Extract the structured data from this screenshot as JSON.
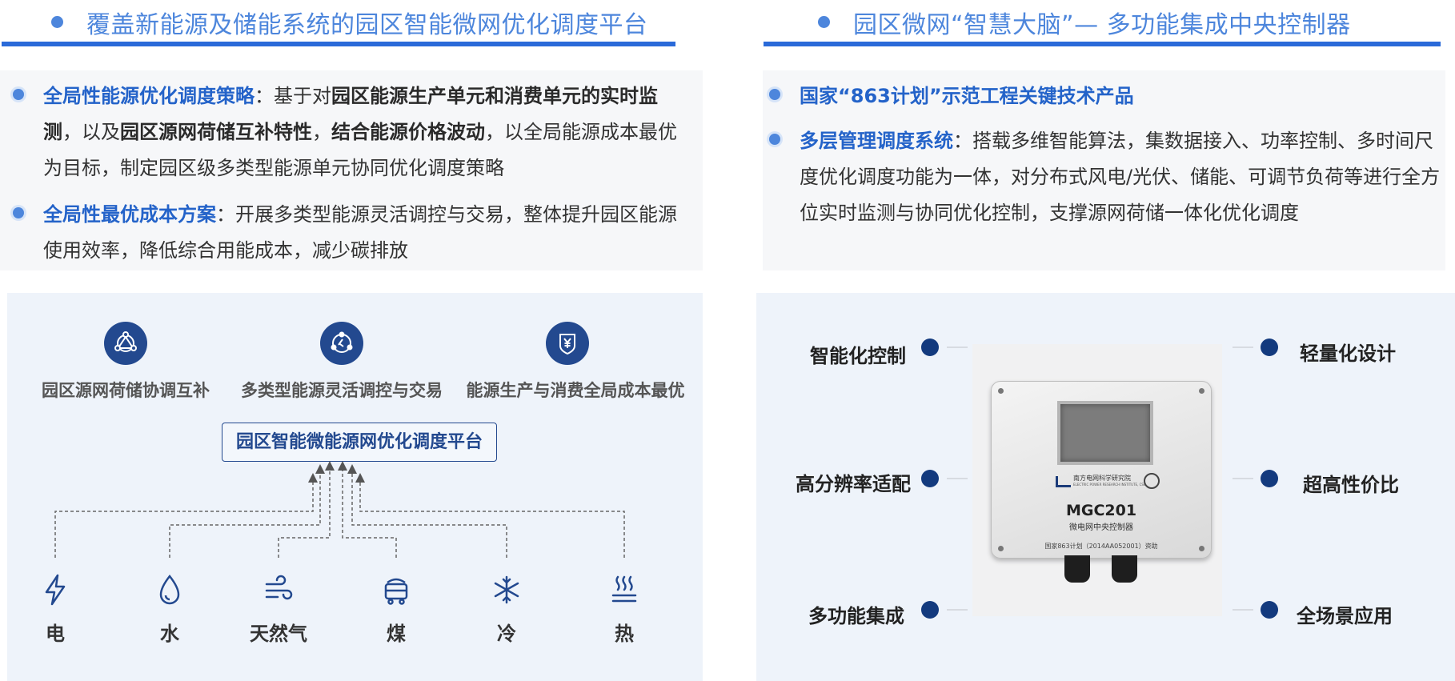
{
  "left_header": {
    "title": "覆盖新能源及储能系统的园区智能微网优化调度平台"
  },
  "right_header": {
    "title": "园区微网“智慧大脑”— 多功能集成中央控制器"
  },
  "left_panel": {
    "b1": {
      "a": "全局性能源优化调度策略",
      "b": "：基于对",
      "c": "园区能源生产单元和消费单元的实时监测",
      "d": "，以及",
      "e": "园区源网荷储互补特性",
      "f": "，",
      "g": "结合能源价格波动",
      "h": "，以全局能源成本最优为目标，制定园区级多类型能源单元协同优化调度策略"
    },
    "b2": {
      "a": "全局性最优成本方案",
      "b": "：开展多类型能源灵活调控与交易，整体提升园区能源使用效率，降低综合用能成本，减少碳排放"
    }
  },
  "right_panel": {
    "b1": {
      "a": "国家“863计划”示范工程关键技术产品"
    },
    "b2": {
      "a": "多层管理调度系统",
      "b": "：搭载多维智能算法，集数据接入、功率控制、多时间尺度优化调度功能为一体，对分布式风电/光伏、储能、可调节负荷等进行全方位实时监测与协同优化控制，支撑源网荷储一体化优化调度"
    }
  },
  "diagram": {
    "features": [
      {
        "label": "园区源网荷储协调互补",
        "icon": "network-nodes-icon"
      },
      {
        "label": "多类型能源灵活调控与交易",
        "icon": "exchange-cycle-icon"
      },
      {
        "label": "能源生产与消费全局成本最优",
        "icon": "yuan-shield-icon"
      }
    ],
    "platform": "园区智能微能源网优化调度平台",
    "resources": [
      {
        "label": "电",
        "icon": "lightning-icon"
      },
      {
        "label": "水",
        "icon": "water-drop-icon"
      },
      {
        "label": "天然气",
        "icon": "wind-gas-icon"
      },
      {
        "label": "煤",
        "icon": "coal-cart-icon"
      },
      {
        "label": "冷",
        "icon": "snowflake-icon"
      },
      {
        "label": "热",
        "icon": "heat-waves-icon"
      }
    ]
  },
  "product": {
    "features_left": [
      "智能化控制",
      "高分辨率适配",
      "多功能集成"
    ],
    "features_right": [
      "轻量化设计",
      "超高性价比",
      "全场景应用"
    ],
    "device": {
      "brand": "南方电网科学研究院",
      "brand_en": "ELECTRIC POWER RESEARCH INSTITUTE, CSG",
      "model": "MGC201",
      "name": "微电网中央控制器",
      "funding": "国家863计划（2014AA052001）资助"
    }
  },
  "colors": {
    "accent": "#2463c9",
    "header": "#4d86dc",
    "navy": "#23498f",
    "panel": "#f6f7f9",
    "diagram_bg": "#eef3fa"
  }
}
